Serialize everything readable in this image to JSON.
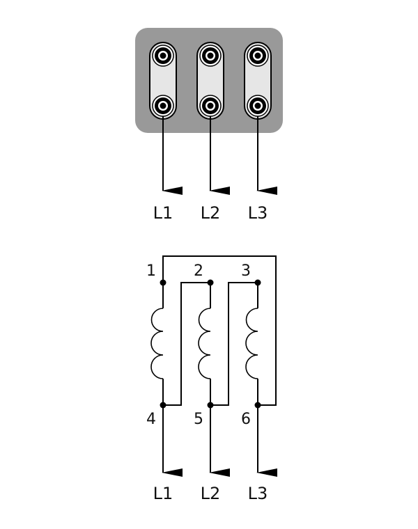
{
  "terminal_box": {
    "colors": {
      "box_fill": "#999999",
      "link_fill": "#e6e6e6",
      "stroke": "#000000"
    },
    "terminals": [
      {
        "line_label": "L1"
      },
      {
        "line_label": "L2"
      },
      {
        "line_label": "L3"
      }
    ]
  },
  "schematic": {
    "phases": [
      {
        "top_terminal": "1",
        "bottom_terminal": "4",
        "line_label": "L1"
      },
      {
        "top_terminal": "2",
        "bottom_terminal": "5",
        "line_label": "L2"
      },
      {
        "top_terminal": "3",
        "bottom_terminal": "6",
        "line_label": "L3"
      }
    ]
  }
}
